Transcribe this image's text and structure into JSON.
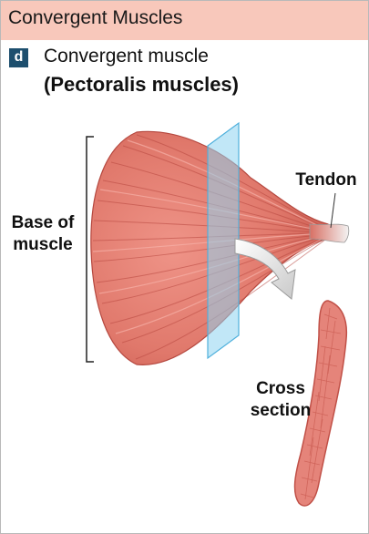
{
  "header": {
    "title": "Convergent Muscles"
  },
  "panel": {
    "badge": "d",
    "title": "Convergent muscle",
    "subtitle": "(Pectoralis muscles)"
  },
  "labels": {
    "base_line1": "Base of",
    "base_line2": "muscle",
    "tendon": "Tendon",
    "cross_line1": "Cross",
    "cross_line2": "section"
  },
  "colors": {
    "header_bg": "#f8c8bb",
    "badge_bg": "#1d4f6e",
    "muscle": "#e0786b",
    "muscle_dark": "#b94a42",
    "plane": "#8ed3f0"
  }
}
